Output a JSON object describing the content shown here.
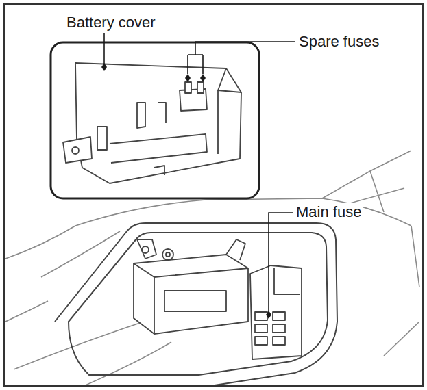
{
  "diagram": {
    "labels": [
      "Battery cover",
      "Spare fuses",
      "Main fuse"
    ]
  }
}
